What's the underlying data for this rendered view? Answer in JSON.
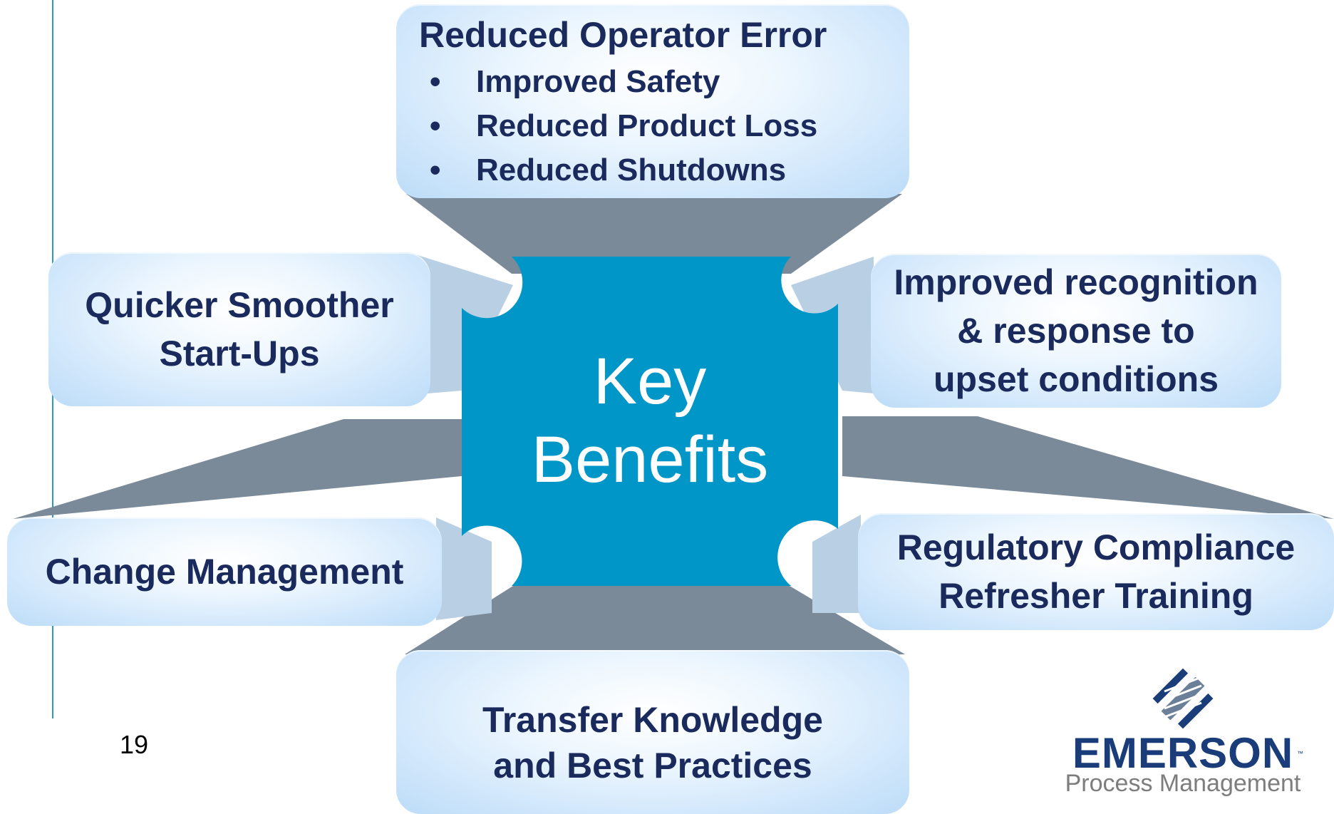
{
  "center": {
    "line1": "Key",
    "line2": "Benefits"
  },
  "benefits": {
    "top": {
      "title": "Reduced Operator Error",
      "bullets": [
        "Improved Safety",
        "Reduced Product Loss",
        "Reduced Shutdowns"
      ]
    },
    "top_left": {
      "lines": [
        "Quicker Smoother",
        "Start-Ups"
      ]
    },
    "top_right": {
      "lines": [
        "Improved recognition",
        "& response to",
        "upset conditions"
      ]
    },
    "middle_left": {
      "lines": [
        "Change Management"
      ]
    },
    "middle_right": {
      "lines": [
        "Regulatory Compliance",
        "Refresher Training"
      ]
    },
    "bottom": {
      "lines": [
        "Transfer Knowledge",
        "and Best Practices"
      ]
    }
  },
  "bullet_symbol": "•",
  "page_number": "19",
  "logo": {
    "word": "EMERSON",
    "tm": "™",
    "subtitle": "Process Management"
  },
  "colors": {
    "center_box": "#0097c8",
    "connector": "#7a8a99",
    "connector_light": "#b9cfe4",
    "box_text": "#1a2a5c",
    "accent_line": "#2a9ac4"
  }
}
